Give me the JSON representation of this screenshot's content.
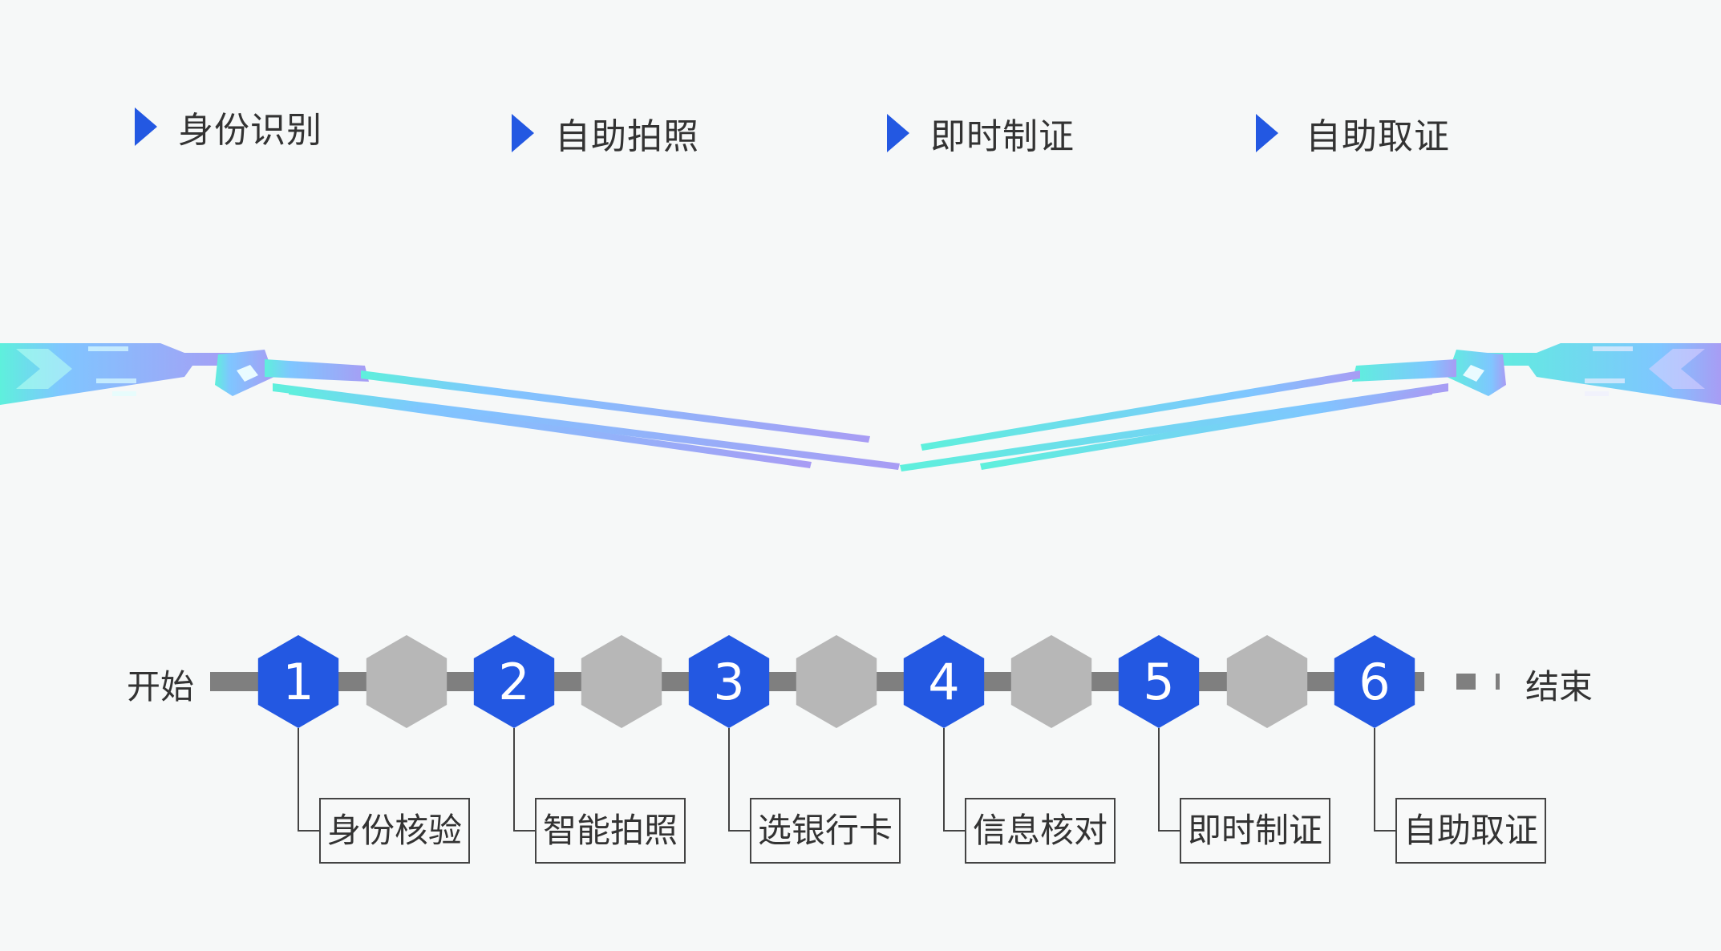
{
  "header": {
    "items": [
      {
        "label": "身份识别"
      },
      {
        "label": "自助拍照"
      },
      {
        "label": "即时制证"
      },
      {
        "label": "自助取证"
      }
    ]
  },
  "flow": {
    "start_label": "开始",
    "end_label": "结束",
    "steps": [
      {
        "number": "1",
        "label": "身份核验"
      },
      {
        "number": "2",
        "label": "智能拍照"
      },
      {
        "number": "3",
        "label": "选银行卡"
      },
      {
        "number": "4",
        "label": "信息核对"
      },
      {
        "number": "5",
        "label": "即时制证"
      },
      {
        "number": "6",
        "label": "自助取证"
      }
    ]
  },
  "colors": {
    "accent": "#2358e2",
    "grey_hex": "#b7b7b7",
    "track": "#7f7f7f",
    "cyan": "#5ef0dc",
    "blue": "#7fc6ff",
    "purple": "#a89cf4"
  }
}
